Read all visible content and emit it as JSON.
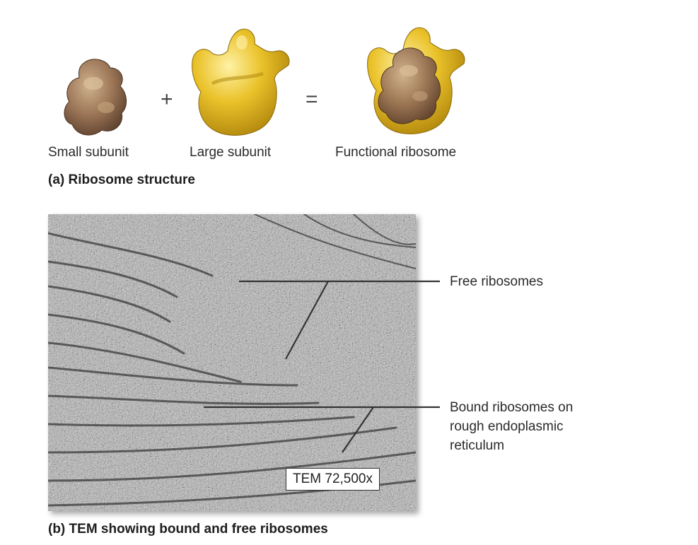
{
  "panel_a": {
    "plus": "+",
    "equals": "=",
    "labels": {
      "small": "Small subunit",
      "large": "Large subunit",
      "functional": "Functional ribosome"
    },
    "caption": "(a) Ribosome structure"
  },
  "panel_b": {
    "callouts": {
      "free": "Free ribosomes",
      "bound_lines": [
        "Bound ribosomes on",
        "rough endoplasmic",
        "reticulum"
      ]
    },
    "scale_label": "TEM 72,500x",
    "caption": "(b) TEM showing bound and free ribosomes"
  },
  "colors": {
    "small_subunit": "#9b7556",
    "large_subunit": "#e6bb22",
    "leader_lines": "#333333"
  }
}
